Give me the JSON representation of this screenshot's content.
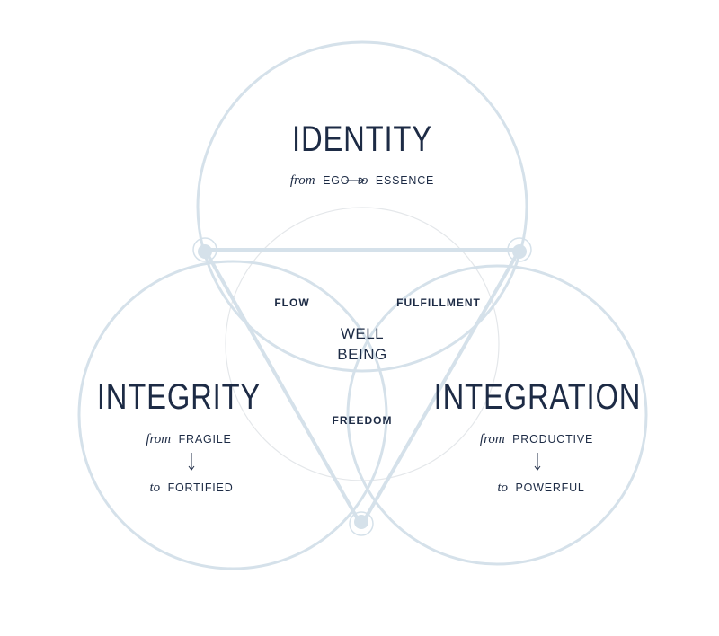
{
  "identity": {
    "title": "IDENTITY",
    "from_word": "from",
    "from_value": "EGO",
    "to_word": "to",
    "to_value": "ESSENCE"
  },
  "integrity": {
    "title": "INTEGRITY",
    "from_word": "from",
    "from_value": "FRAGILE",
    "to_word": "to",
    "to_value": "FORTIFIED"
  },
  "integration": {
    "title": "INTEGRATION",
    "from_word": "from",
    "from_value": "PRODUCTIVE",
    "to_word": "to",
    "to_value": "POWERFUL"
  },
  "overlaps": {
    "flow": "FLOW",
    "fulfillment": "FULFILLMENT",
    "freedom": "FREEDOM"
  },
  "center": {
    "line1": "WELL",
    "line2": "BEING"
  },
  "colors": {
    "outline": "#d5e1ea",
    "text": "#1d2b45"
  }
}
